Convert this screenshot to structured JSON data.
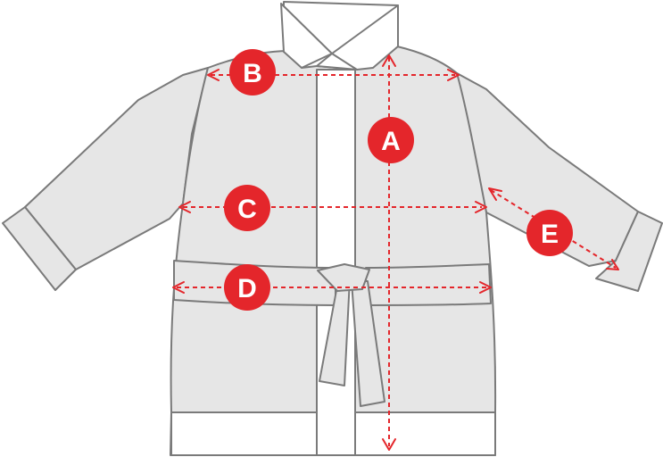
{
  "colors": {
    "accent": "#e4262b",
    "garment_fill": "#e6e6e6",
    "garment_stroke": "#7a7a7a"
  },
  "markers": {
    "a": {
      "label": "A",
      "meaning": "body-length"
    },
    "b": {
      "label": "B",
      "meaning": "shoulder-width"
    },
    "c": {
      "label": "C",
      "meaning": "chest-width"
    },
    "d": {
      "label": "D",
      "meaning": "waist-width"
    },
    "e": {
      "label": "E",
      "meaning": "sleeve-length"
    }
  }
}
